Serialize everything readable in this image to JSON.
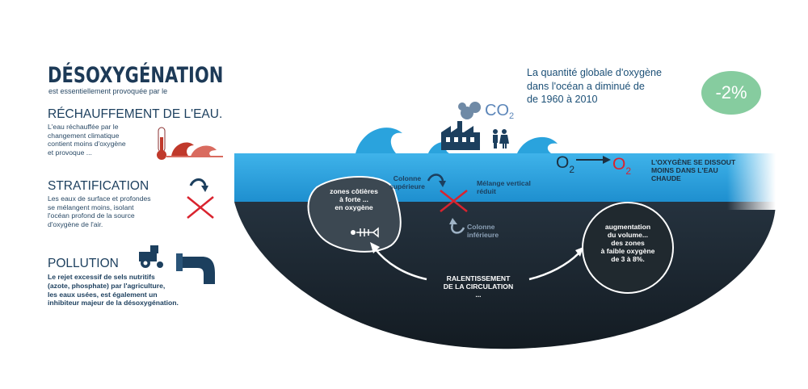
{
  "left": {
    "title": "DÉSOXYGÉNATION",
    "subtitle": "est essentiellement provoquée par le",
    "warming": {
      "heading": "RÉCHAUFFEMENT DE L'EAU.",
      "lines": [
        "L'eau réchauffée par le",
        "changement climatique",
        "contient moins d'oxygène",
        "et provoque ..."
      ]
    },
    "stratification": {
      "heading": "STRATIFICATION",
      "lines": [
        "Les eaux de surface et profondes",
        "se mélangent moins, isolant",
        "l'océan profond de la source",
        "d'oxygène de l'air."
      ]
    },
    "pollution": {
      "heading": "POLLUTION",
      "lines": [
        "Le rejet excessif de sels nutritifs",
        "(azote, phosphate) par l'agriculture,",
        "les eaux usées, est également un",
        "inhibiteur majeur de la désoxygénation."
      ]
    }
  },
  "stat": {
    "lines": [
      "La quantité globale d'oxygène",
      "dans l'océan a diminué de",
      "de 1960 à 2010"
    ],
    "badge": "-2%"
  },
  "co2": {
    "main": "CO",
    "sub": "2"
  },
  "ocean": {
    "upper_column": [
      "Colonne",
      "supérieure"
    ],
    "mixing": [
      "Mélange vertical",
      "réduit"
    ],
    "lower_column": [
      "Colonne",
      "inférieure"
    ],
    "o2_left": {
      "main": "O",
      "sub": "2"
    },
    "o2_right": {
      "main": "O",
      "sub": "2"
    },
    "o2_text": [
      "L'OXYGÈNE SE DISSOUT",
      "MOINS DANS L'EAU",
      "CHAUDE"
    ],
    "coastal": [
      "zones côtières",
      "à forte ...",
      "en oxygène"
    ],
    "volume": [
      "augmentation",
      "du volume...",
      "des zones",
      "à faible oxygène",
      "de 3 à 8%."
    ],
    "circulation": [
      "RALENTISSEMENT",
      "DE LA CIRCULATION",
      "..."
    ]
  },
  "colors": {
    "navy": "#1c3f5e",
    "ocean_surface": "#2aa3dd",
    "ocean_deep": "#1e2933",
    "red": "#d9232e",
    "green_badge": "#86cc9f"
  },
  "icons": [
    "thermometer-icon",
    "wave-icon",
    "cross-icon",
    "curved-arrow-icon",
    "tractor-icon",
    "pipe-icon",
    "factory-icon",
    "people-icon",
    "fish-skeleton-icon"
  ]
}
